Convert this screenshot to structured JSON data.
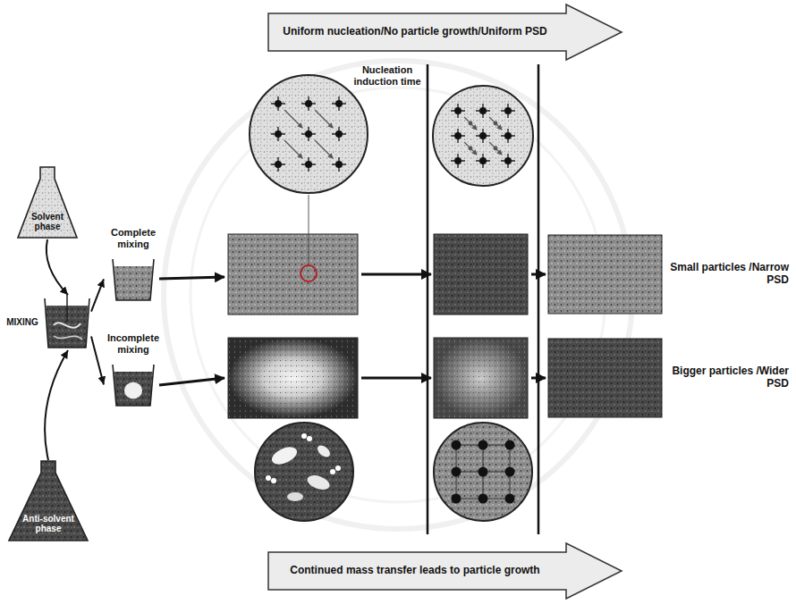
{
  "diagram": {
    "nodes": [
      {
        "text": [
          "Uniform nucleation/No particle growth/Uniform PSD"
        ]
      },
      {
        "text": [
          "Solvent phase"
        ]
      },
      {
        "text": [
          "MIXING"
        ]
      },
      {
        "text": [
          "Anti-solvent phase"
        ]
      },
      {
        "text": [
          "Complete mixing"
        ]
      },
      {
        "text": [
          "Incomplete mixing"
        ]
      },
      {
        "text": [
          "Small particles /Narrow PSD"
        ]
      },
      {
        "text": [
          "Bigger particles /Wider PSD"
        ]
      },
      {
        "text": [
          "Continued mass transfer leads to particle growth"
        ]
      }
    ],
    "edges": [
      {
        "from": 1,
        "to": 2,
        "arrow": "to"
      },
      {
        "from": 3,
        "to": 2,
        "arrow": "to"
      },
      {
        "from": 2,
        "to": 4,
        "arrow": "to"
      },
      {
        "from": 2,
        "to": 5,
        "arrow": "to"
      }
    ],
    "labels": [
      "Nucleation induction time"
    ]
  }
}
